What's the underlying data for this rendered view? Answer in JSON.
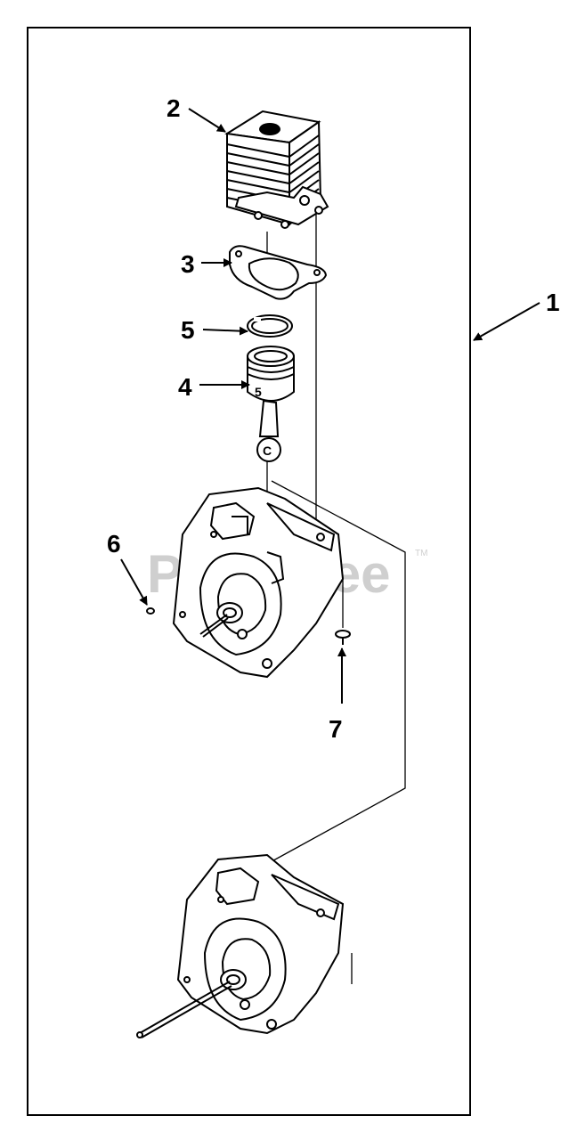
{
  "watermark": {
    "text": "PartsTree",
    "trademark": "TM"
  },
  "callouts": [
    {
      "id": "1",
      "label": "1"
    },
    {
      "id": "2",
      "label": "2"
    },
    {
      "id": "3",
      "label": "3"
    },
    {
      "id": "4",
      "label": "4"
    },
    {
      "id": "5",
      "label": "5"
    },
    {
      "id": "6",
      "label": "6"
    },
    {
      "id": "7",
      "label": "7"
    }
  ],
  "piston_mark": "5",
  "rod_mark": "C"
}
